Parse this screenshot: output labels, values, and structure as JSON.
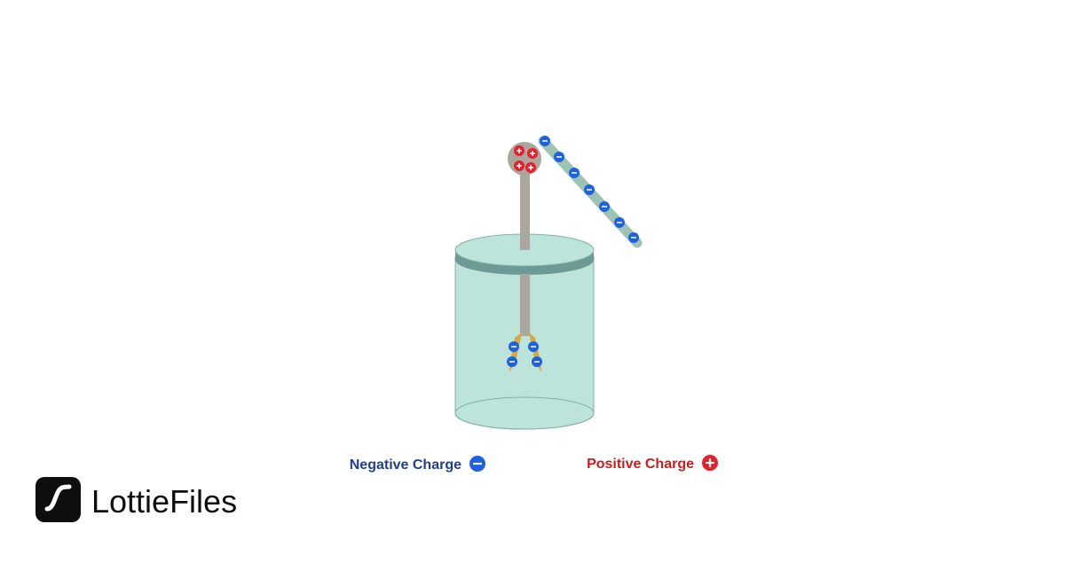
{
  "legend": {
    "negative_label": "Negative Charge",
    "positive_label": "Positive Charge",
    "negative_color": "#1f3f8f",
    "positive_color": "#c81e1e",
    "negative_symbol": "−",
    "positive_symbol": "+"
  },
  "brand": {
    "name": "LottieFiles",
    "icon": "lottiefiles-logo-icon"
  },
  "diagram": {
    "subject": "electroscope",
    "rod_charge_count": 7,
    "knob_charge_count": 4,
    "leaf_charge_count": 4,
    "colors": {
      "jar_fill": "#bde4da",
      "jar_stroke": "#7fb2a6",
      "lid_band": "#6d9a94",
      "stem": "#aba69e",
      "rod": "#9fc3b3",
      "leaf": "#d9a640",
      "negative_badge": "#1e62e0",
      "positive_badge": "#e81e28"
    }
  }
}
